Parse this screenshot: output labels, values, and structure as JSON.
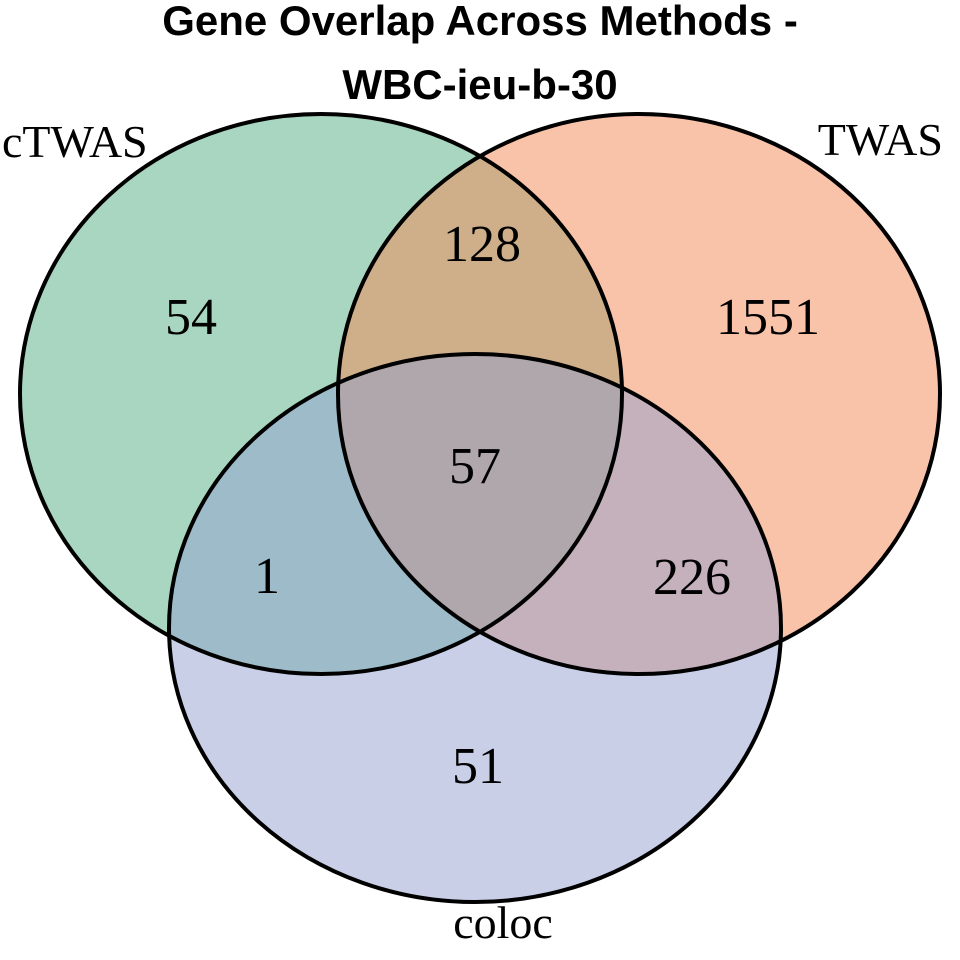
{
  "title": {
    "line1": "Gene Overlap Across Methods -",
    "line2": "WBC-ieu-b-30"
  },
  "labels": {
    "ctwas": "cTWAS",
    "twas": "TWAS",
    "coloc": "coloc"
  },
  "counts": {
    "ctwas_only": "54",
    "twas_only": "1551",
    "coloc_only": "51",
    "ctwas_twas": "128",
    "ctwas_coloc": "1",
    "twas_coloc": "226",
    "all_three": "57"
  },
  "colors": {
    "ctwas_fill": "#53ad83",
    "twas_fill": "#f38753",
    "coloc_fill": "#919fcf",
    "fill_opacity": "0.5",
    "outline": "#000000",
    "background": "#ffffff",
    "rendered_regions": {
      "ctwas_only": "#a9d6c1",
      "twas_only": "#f9c3a9",
      "coloc_only": "#c8cfe7",
      "ctwas_twas": "#cfab8c",
      "ctwas_coloc": "#99b6c4",
      "twas_coloc": "#c3a7b5",
      "all_three": "#aba1ab"
    }
  },
  "chart_data": {
    "type": "venn",
    "title": "Gene Overlap Across Methods - WBC-ieu-b-30",
    "sets": [
      "cTWAS",
      "TWAS",
      "coloc"
    ],
    "region_values": {
      "cTWAS_only": 54,
      "TWAS_only": 1551,
      "coloc_only": 51,
      "cTWAS_TWAS": 128,
      "cTWAS_coloc": 1,
      "TWAS_coloc": 226,
      "cTWAS_TWAS_coloc": 57
    },
    "legend_position": "circle labels: cTWAS top-left, TWAS top-right, coloc bottom",
    "grid": false
  }
}
